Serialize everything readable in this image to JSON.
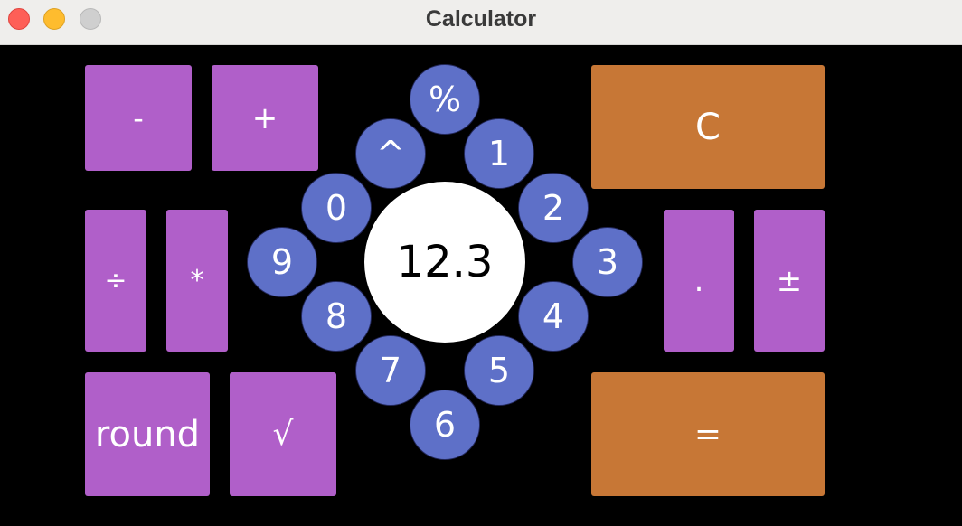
{
  "window": {
    "title": "Calculator"
  },
  "display": {
    "value": "12.3"
  },
  "keys": {
    "minus": "-",
    "plus": "+",
    "divide": "÷",
    "multiply": "*",
    "round": "round",
    "sqrt": "√",
    "clear": "C",
    "decimal": ".",
    "plus_minus": "±",
    "equals": "="
  },
  "ring": {
    "percent": "%",
    "power": "^",
    "d0": "0",
    "d1": "1",
    "d2": "2",
    "d3": "3",
    "d4": "4",
    "d5": "5",
    "d6": "6",
    "d7": "7",
    "d8": "8",
    "d9": "9"
  },
  "colors": {
    "operator_key": "#b05fc9",
    "action_key": "#c77736",
    "digit_key": "#5e70c8",
    "display_bg": "#ffffff",
    "background": "#000000"
  }
}
